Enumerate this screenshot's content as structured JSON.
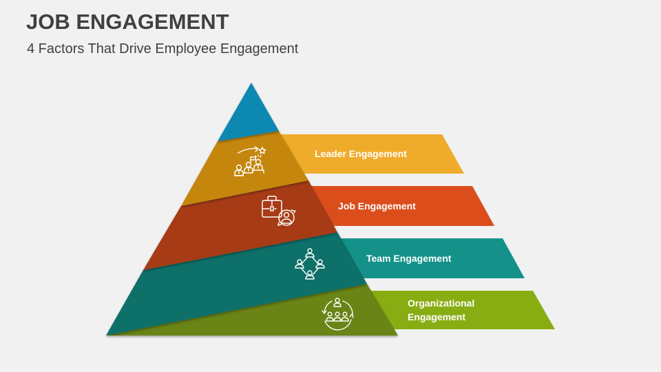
{
  "header": {
    "title": "JOB ENGAGEMENT",
    "subtitle": "4 Factors That Drive Employee Engagement"
  },
  "pyramid": {
    "layers": [
      {
        "name": "apex",
        "color": "#0e88b0"
      },
      {
        "name": "leader",
        "color": "#c48611",
        "icon": "leader-team-icon"
      },
      {
        "name": "job",
        "color": "#a63a14",
        "icon": "briefcase-person-cycle-icon"
      },
      {
        "name": "team",
        "color": "#0e6f69",
        "icon": "team-network-icon"
      },
      {
        "name": "organizational",
        "color": "#6a8412",
        "icon": "organization-cycle-icon"
      }
    ]
  },
  "factors": [
    {
      "label": "Leader Engagement",
      "color": "#efac2b"
    },
    {
      "label": "Job Engagement",
      "color": "#db4e1c"
    },
    {
      "label": "Team Engagement",
      "color": "#14928a"
    },
    {
      "label_line1": "Organizational",
      "label_line2": "Engagement",
      "color": "#88ad13"
    }
  ]
}
